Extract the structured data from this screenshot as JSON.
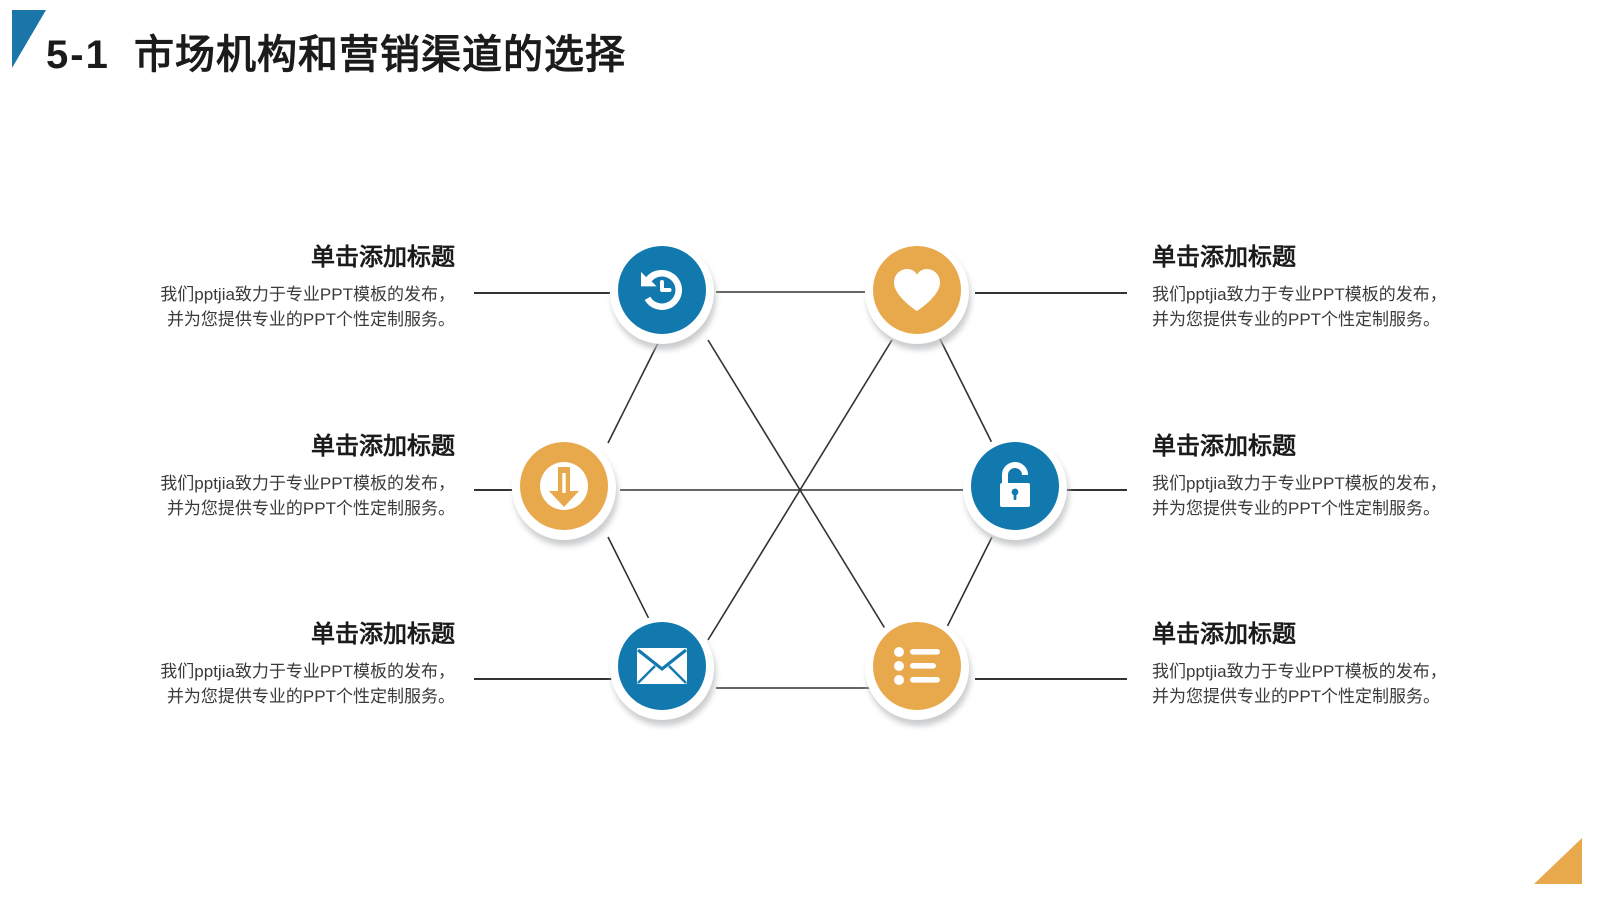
{
  "slide": {
    "title_number": "5-1",
    "title_text": "市场机构和营销渠道的选择",
    "background_color": "#ffffff",
    "accent_blue": "#1279af",
    "accent_orange": "#e8a84c",
    "corner_top_left_color": "#1a76a8",
    "corner_bottom_right_color": "#e8a84c"
  },
  "items": [
    {
      "position": "top-left",
      "side": "left",
      "icon": "history-clock-icon",
      "color": "#1279af",
      "title": "单击添加标题",
      "body": "我们pptjia致力于专业PPT模板的发布，\n并为您提供专业的PPT个性定制服务。"
    },
    {
      "position": "top-right",
      "side": "right",
      "icon": "heart-icon",
      "color": "#e8a84c",
      "title": "单击添加标题",
      "body": "我们pptjia致力于专业PPT模板的发布，\n并为您提供专业的PPT个性定制服务。"
    },
    {
      "position": "middle-left",
      "side": "left",
      "icon": "download-arrow-icon",
      "color": "#e8a84c",
      "title": "单击添加标题",
      "body": "我们pptjia致力于专业PPT模板的发布，\n并为您提供专业的PPT个性定制服务。"
    },
    {
      "position": "middle-right",
      "side": "right",
      "icon": "lock-icon",
      "color": "#1279af",
      "title": "单击添加标题",
      "body": "我们pptjia致力于专业PPT模板的发布，\n并为您提供专业的PPT个性定制服务。"
    },
    {
      "position": "bottom-left",
      "side": "left",
      "icon": "envelope-icon",
      "color": "#1279af",
      "title": "单击添加标题",
      "body": "我们pptjia致力于专业PPT模板的发布，\n并为您提供专业的PPT个性定制服务。"
    },
    {
      "position": "bottom-right",
      "side": "right",
      "icon": "bulleted-list-icon",
      "color": "#e8a84c",
      "title": "单击添加标题",
      "body": "我们pptjia致力于专业PPT模板的发布，\n并为您提供专业的PPT个性定制服务。"
    }
  ]
}
